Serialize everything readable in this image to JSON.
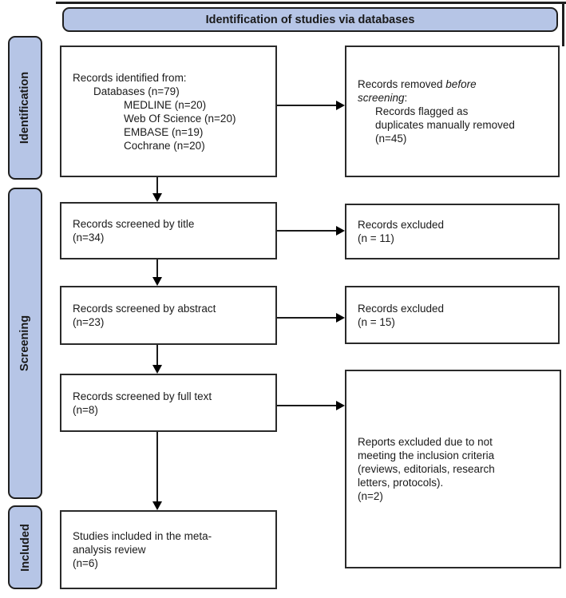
{
  "header": {
    "title": "Identification of studies via databases"
  },
  "sidebar": {
    "identification": "Identification",
    "screening": "Screening",
    "included": "Included"
  },
  "boxes": {
    "identified": {
      "lines": [
        "Records identified from:",
        "Databases (n=79)",
        "MEDLINE (n=20)",
        "Web Of Science (n=20)",
        "EMBASE (n=19)",
        "Cochrane (n=20)"
      ]
    },
    "removed": {
      "prefix": "Records removed ",
      "italic_before": "before",
      "italic_screening": "screening",
      "colon": ":",
      "detail_lines": [
        "Records flagged as",
        "duplicates manually removed",
        "(n=45)"
      ]
    },
    "screened_title": {
      "lines": [
        "Records screened by title",
        "(n=34)"
      ]
    },
    "excluded_title": {
      "lines": [
        "Records excluded",
        "(n = 11)"
      ]
    },
    "screened_abstract": {
      "lines": [
        "Records screened by abstract",
        "(n=23)"
      ]
    },
    "excluded_abstract": {
      "lines": [
        "Records excluded",
        "(n = 15)"
      ]
    },
    "screened_fulltext": {
      "lines": [
        "Records screened by full text",
        "(n=8)"
      ]
    },
    "reports_excluded": {
      "lines": [
        "Reports excluded due to not",
        "meeting the inclusion criteria",
        "(reviews, editorials, research",
        "letters, protocols).",
        "(n=2)"
      ]
    },
    "included_studies": {
      "lines": [
        "Studies included in the meta-",
        "analysis review",
        "(n=6)"
      ]
    }
  },
  "colors": {
    "panel_blue": "#b6c5e6",
    "border": "#1f1f1f"
  }
}
